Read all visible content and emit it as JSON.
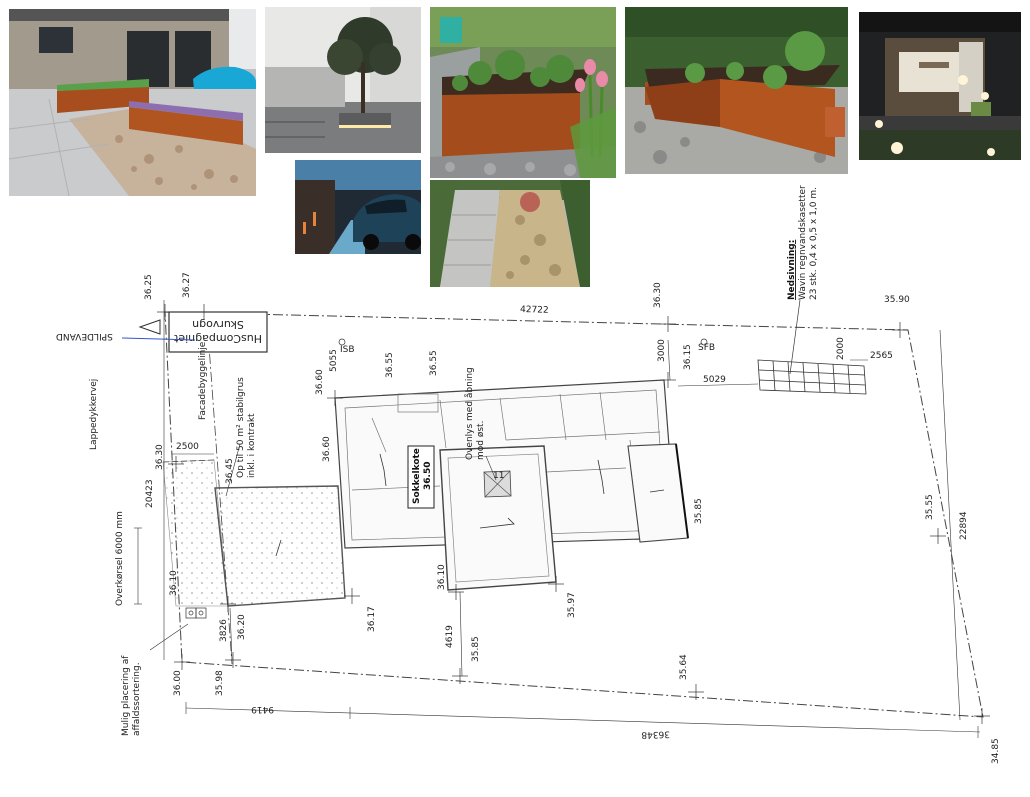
{
  "labels": {
    "spildevand": "SPILDEVAND",
    "facadebyggelinje": "Facadebyggelinje",
    "lappedykkervej": "Lappedykkervej",
    "stabilgrus_line1": "Op til 50 m² stabilgrus",
    "stabilgrus_line2": "inkl. i kontrakt",
    "overkorsel": "Overkørsel 6000 mm",
    "affald_line1": "Mulig placering af",
    "affald_line2": "affaldssortering.",
    "ovenlys_line1": "Ovenlys med åbning",
    "ovenlys_line2": "mod øst.",
    "sokkelkote_title": "Sokkelkote",
    "sokkelkote_value": "36.50",
    "nedsivning_title": "Nedsivning:",
    "nedsivning_line1": "Wavin regnvandskasetter",
    "nedsivning_line2": "23 stk. 0,4 x 0,5 x 1,0 m.",
    "isb": "ISB",
    "sfb": "SFB",
    "skylight_num": "11"
  },
  "company_sign": {
    "line1": "HusCompagniet",
    "line2": "Skurvogn"
  },
  "levels": {
    "l3625": "36.25",
    "l3627": "36.27",
    "l3630a": "36.30",
    "l3590": "35.90",
    "l3660a": "36.60",
    "l3655a": "36.55",
    "l3655b": "36.55",
    "l3615": "36.15",
    "l3630b": "36.30",
    "l3645": "36.45",
    "l3660b": "36.60",
    "l3585a": "35.85",
    "l3555": "35.55",
    "l3610a": "36.10",
    "l3610b": "36.10",
    "l3597": "35.97",
    "l3620": "36.20",
    "l3617": "36.17",
    "l3585b": "35.85",
    "l3564": "35.64",
    "l3600": "36.00",
    "l3598": "35.98",
    "l3485": "34.85"
  },
  "dimensions": {
    "d42722": "42722",
    "d5055": "5055",
    "d3000": "3000",
    "d2000": "2000",
    "d2565": "2565",
    "d5029": "5029",
    "d2500": "2500",
    "d20423": "20423",
    "d22894": "22894",
    "d3826": "3826",
    "d4619": "4619",
    "d9419": "9419",
    "d36348": "36348"
  },
  "colors": {
    "line": "#333333",
    "dash": "#444444",
    "blue_leader": "#3355cc",
    "paving": "#f6f6f6"
  }
}
